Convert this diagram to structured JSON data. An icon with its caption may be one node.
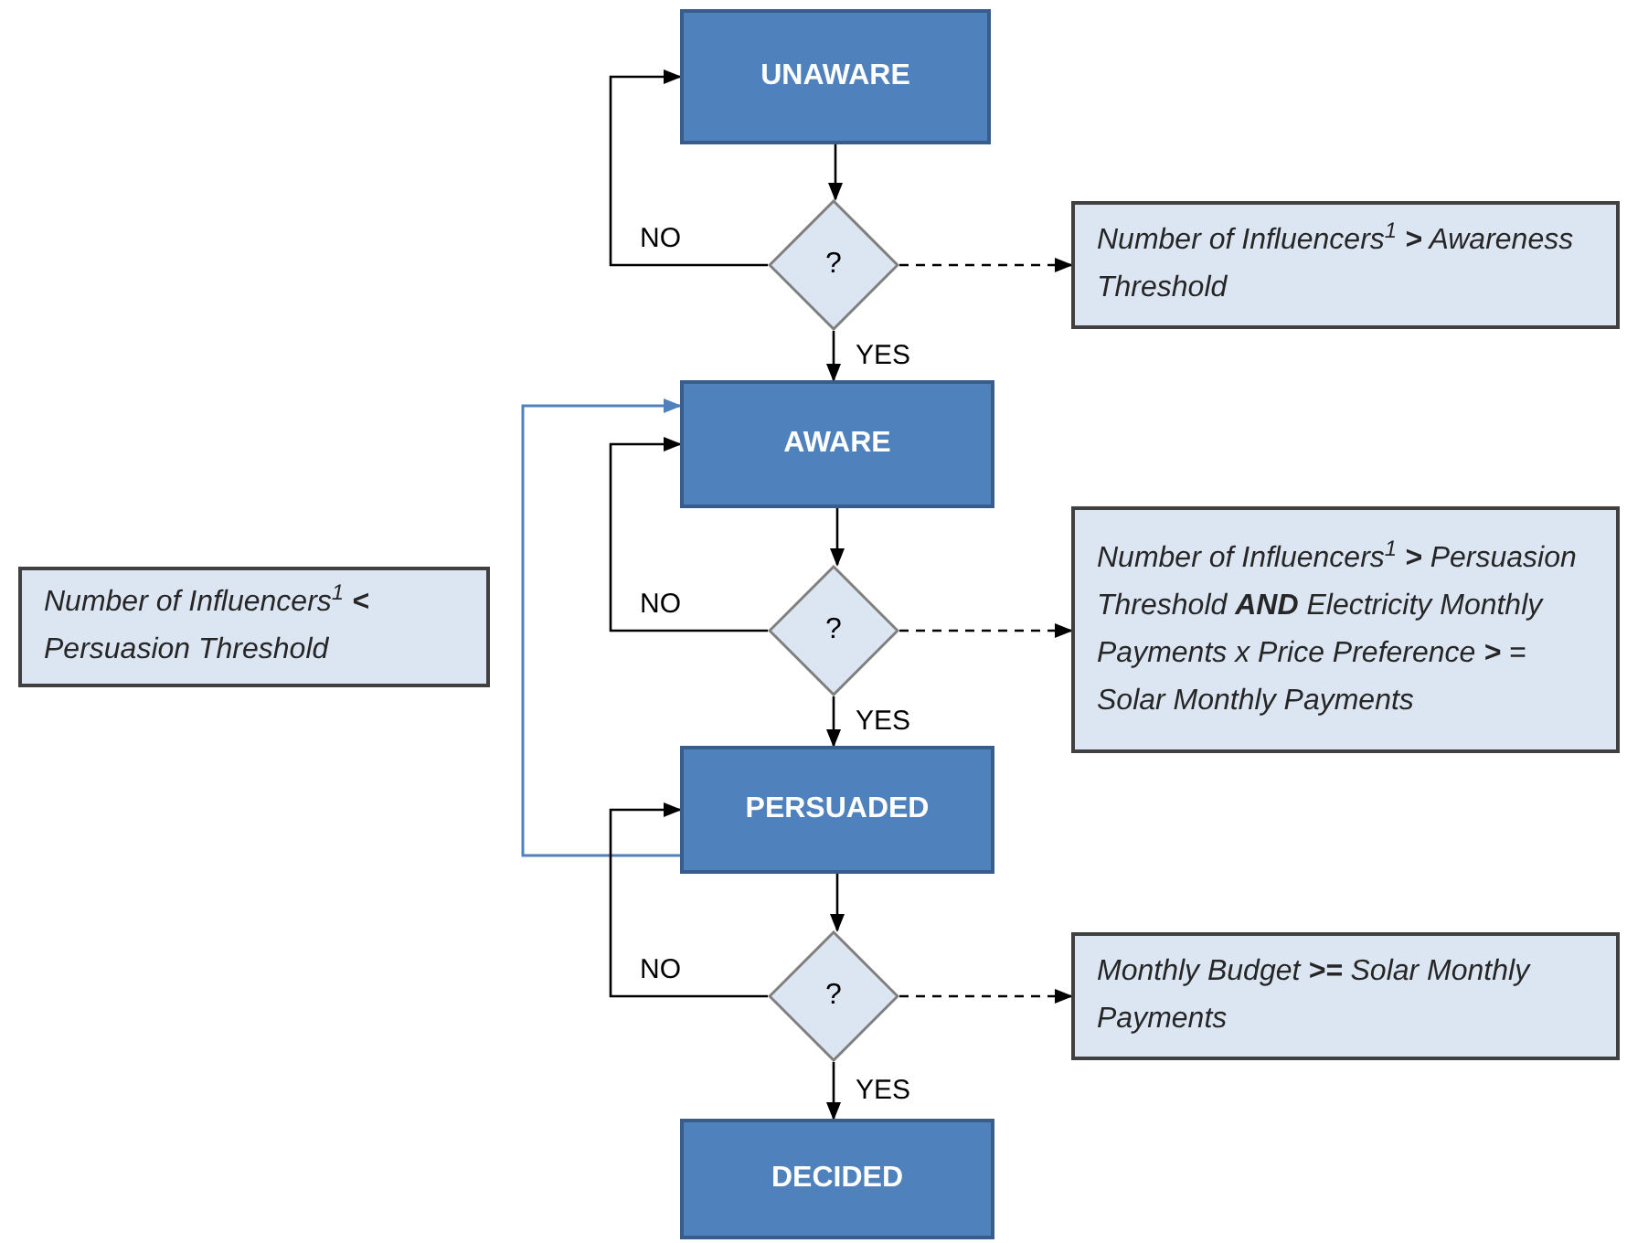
{
  "diagram": {
    "nodes": [
      {
        "text": [
          "UNAWARE"
        ]
      },
      {
        "text": [
          "?"
        ]
      },
      {
        "text": [
          "Number of Influencers$^{1}$ **>** Awareness Threshold"
        ]
      },
      {
        "text": [
          "AWARE"
        ]
      },
      {
        "text": [
          "?"
        ]
      },
      {
        "text": [
          "Number of Influencers$^{1}$ **>** Persuasion Threshold **AND** Electricity Monthly Payments x Price Preference **>** = Solar Monthly Payments"
        ]
      },
      {
        "text": [
          "Number of Influencers$^{1}$ **<** Persuasion Threshold"
        ]
      },
      {
        "text": [
          "PERSUADED"
        ]
      },
      {
        "text": [
          "?"
        ]
      },
      {
        "text": [
          "Monthly Budget **>=** Solar Monthly Payments"
        ]
      },
      {
        "text": [
          "DECIDED"
        ]
      }
    ],
    "edges": [
      {
        "from": 0,
        "to": 1,
        "arrow": "to"
      },
      {
        "from": 1,
        "to": 3,
        "arrow": "to",
        "label": "YES"
      },
      {
        "from": 1,
        "to": 0,
        "arrow": "to",
        "label": "NO"
      },
      {
        "from": 1,
        "to": 2,
        "arrow": "to",
        "style": "dashed"
      },
      {
        "from": 3,
        "to": 4,
        "arrow": "to"
      },
      {
        "from": 4,
        "to": 7,
        "arrow": "to",
        "label": "YES"
      },
      {
        "from": 4,
        "to": 3,
        "arrow": "to",
        "label": "NO"
      },
      {
        "from": 4,
        "to": 5,
        "arrow": "to",
        "style": "dashed"
      },
      {
        "from": 7,
        "to": 3,
        "arrow": "to",
        "color": "#4f81bd"
      },
      {
        "from": 7,
        "to": 8,
        "arrow": "to"
      },
      {
        "from": 8,
        "to": 10,
        "arrow": "to",
        "label": "YES"
      },
      {
        "from": 8,
        "to": 7,
        "arrow": "to",
        "label": "NO"
      },
      {
        "from": 8,
        "to": 9,
        "arrow": "to",
        "style": "dashed"
      }
    ]
  }
}
